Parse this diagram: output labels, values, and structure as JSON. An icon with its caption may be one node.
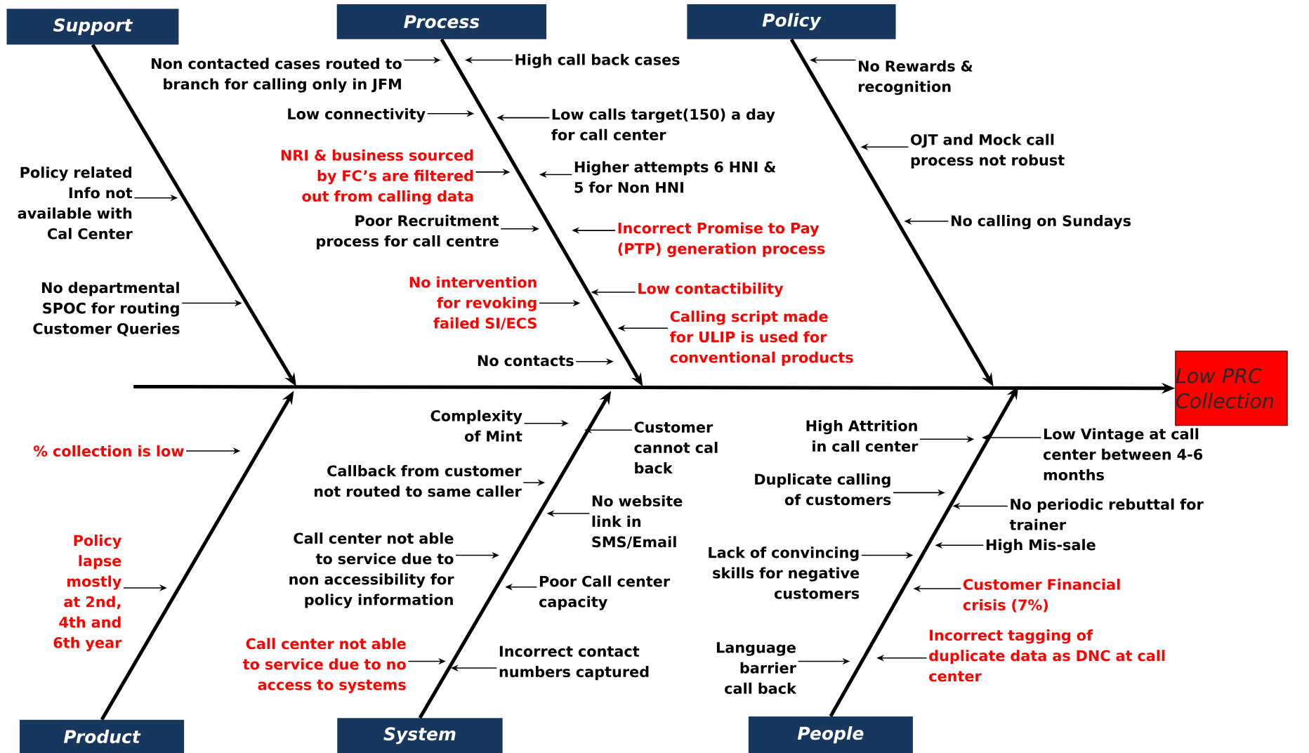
{
  "diagram": {
    "nodes": [
      {
        "text": [
          "Support"
        ]
      },
      {
        "text": [
          "Process"
        ]
      },
      {
        "text": [
          "Policy"
        ]
      },
      {
        "text": [
          "Product"
        ]
      },
      {
        "text": [
          "System"
        ]
      },
      {
        "text": [
          "People"
        ]
      },
      {
        "text": [
          "Low PRC Collection"
        ]
      },
      {
        "text": [
          "Policy related Info not available with Cal Center"
        ]
      },
      {
        "text": [
          "No departmental SPOC for routing Customer Queries"
        ]
      },
      {
        "text": [
          "Non contacted cases routed to branch for calling only in JFM"
        ]
      },
      {
        "text": [
          "Low connectivity"
        ]
      },
      {
        "text": [
          "NRI & business sourced by FC’s are filtered out from calling data"
        ]
      },
      {
        "text": [
          "Poor Recruitment process for call centre"
        ]
      },
      {
        "text": [
          "No intervention for revoking failed SI/ECS"
        ]
      },
      {
        "text": [
          "No contacts"
        ]
      },
      {
        "text": [
          "High call back cases"
        ]
      },
      {
        "text": [
          "Low calls target(150) a day for call center"
        ]
      },
      {
        "text": [
          "Higher attempts 6 HNI & 5 for Non HNI"
        ]
      },
      {
        "text": [
          "Incorrect Promise to Pay (PTP) generation process"
        ]
      },
      {
        "text": [
          "Low contactibility"
        ]
      },
      {
        "text": [
          "Calling script made for ULIP is used for conventional products"
        ]
      },
      {
        "text": [
          "No Rewards & recognition"
        ]
      },
      {
        "text": [
          "OJT and Mock call process not robust"
        ]
      },
      {
        "text": [
          "No calling on Sundays"
        ]
      },
      {
        "text": [
          "% collection is low"
        ]
      },
      {
        "text": [
          "Policy lapse mostly at 2nd, 4th and 6th year"
        ]
      },
      {
        "text": [
          "Complexity of Mint"
        ]
      },
      {
        "text": [
          "Callback from customer not routed to same caller"
        ]
      },
      {
        "text": [
          "Call center not able to service due to non accessibility for policy information"
        ]
      },
      {
        "text": [
          "Call center not able to service due to no access to systems"
        ]
      },
      {
        "text": [
          "Customer cannot cal back"
        ]
      },
      {
        "text": [
          "No website link in SMS/Email"
        ]
      },
      {
        "text": [
          "Poor Call center capacity"
        ]
      },
      {
        "text": [
          "Incorrect contact numbers captured"
        ]
      },
      {
        "text": [
          "High Attrition in call center"
        ]
      },
      {
        "text": [
          "Duplicate calling of customers"
        ]
      },
      {
        "text": [
          "Lack of convincing skills for negative customers"
        ]
      },
      {
        "text": [
          "Language barrier call back"
        ]
      },
      {
        "text": [
          "Low Vintage at call center between 4-6 months"
        ]
      },
      {
        "text": [
          "No periodic rebuttal for trainer"
        ]
      },
      {
        "text": [
          "High Mis-sale"
        ]
      },
      {
        "text": [
          "Customer Financial crisis (7%)"
        ]
      },
      {
        "text": [
          "Incorrect tagging of duplicate data as DNC at call center"
        ]
      }
    ],
    "edges": [
      {
        "from": 0,
        "to": null,
        "arrow": "to",
        "style": "thick"
      },
      {
        "from": 1,
        "to": null,
        "arrow": "to",
        "style": "thick"
      },
      {
        "from": 2,
        "to": null,
        "arrow": "to",
        "style": "thick"
      },
      {
        "from": 3,
        "to": null,
        "arrow": "to",
        "style": "thick"
      },
      {
        "from": 4,
        "to": null,
        "arrow": "to",
        "style": "thick"
      },
      {
        "from": 5,
        "to": null,
        "arrow": "to",
        "style": "thick"
      },
      {
        "from": null,
        "to": 6,
        "arrow": "to",
        "style": "thick"
      },
      {
        "from": 7,
        "to": null,
        "arrow": "to"
      },
      {
        "from": 8,
        "to": null,
        "arrow": "to"
      },
      {
        "from": 9,
        "to": null,
        "arrow": "to"
      },
      {
        "from": 10,
        "to": null,
        "arrow": "to"
      },
      {
        "from": 11,
        "to": null,
        "arrow": "to"
      },
      {
        "from": 12,
        "to": null,
        "arrow": "to"
      },
      {
        "from": 13,
        "to": null,
        "arrow": "to"
      },
      {
        "from": 14,
        "to": null,
        "arrow": "to"
      },
      {
        "from": 15,
        "to": null,
        "arrow": "to"
      },
      {
        "from": 16,
        "to": null,
        "arrow": "to"
      },
      {
        "from": 17,
        "to": null,
        "arrow": "to"
      },
      {
        "from": 18,
        "to": null,
        "arrow": "to"
      },
      {
        "from": 19,
        "to": null,
        "arrow": "to"
      },
      {
        "from": 20,
        "to": null,
        "arrow": "to"
      },
      {
        "from": 21,
        "to": null,
        "arrow": "to"
      },
      {
        "from": 22,
        "to": null,
        "arrow": "to"
      },
      {
        "from": 23,
        "to": null,
        "arrow": "to"
      },
      {
        "from": 24,
        "to": null,
        "arrow": "to"
      },
      {
        "from": 25,
        "to": null,
        "arrow": "to"
      },
      {
        "from": 26,
        "to": null,
        "arrow": "to"
      },
      {
        "from": 27,
        "to": null,
        "arrow": "to"
      },
      {
        "from": 28,
        "to": null,
        "arrow": "to"
      },
      {
        "from": 29,
        "to": null,
        "arrow": "to"
      },
      {
        "from": 30,
        "to": null,
        "arrow": "to"
      },
      {
        "from": 31,
        "to": null,
        "arrow": "to"
      },
      {
        "from": 32,
        "to": null,
        "arrow": "to"
      },
      {
        "from": 33,
        "to": null,
        "arrow": "to"
      },
      {
        "from": 34,
        "to": null,
        "arrow": "to"
      },
      {
        "from": 35,
        "to": null,
        "arrow": "to"
      },
      {
        "from": 36,
        "to": null,
        "arrow": "to"
      },
      {
        "from": 37,
        "to": null,
        "arrow": "to"
      },
      {
        "from": 38,
        "to": null,
        "arrow": "to"
      },
      {
        "from": 39,
        "to": null,
        "arrow": "to"
      },
      {
        "from": 40,
        "to": null,
        "arrow": "to"
      },
      {
        "from": 41,
        "to": null,
        "arrow": "to"
      },
      {
        "from": 42,
        "to": null,
        "arrow": "to"
      }
    ]
  }
}
